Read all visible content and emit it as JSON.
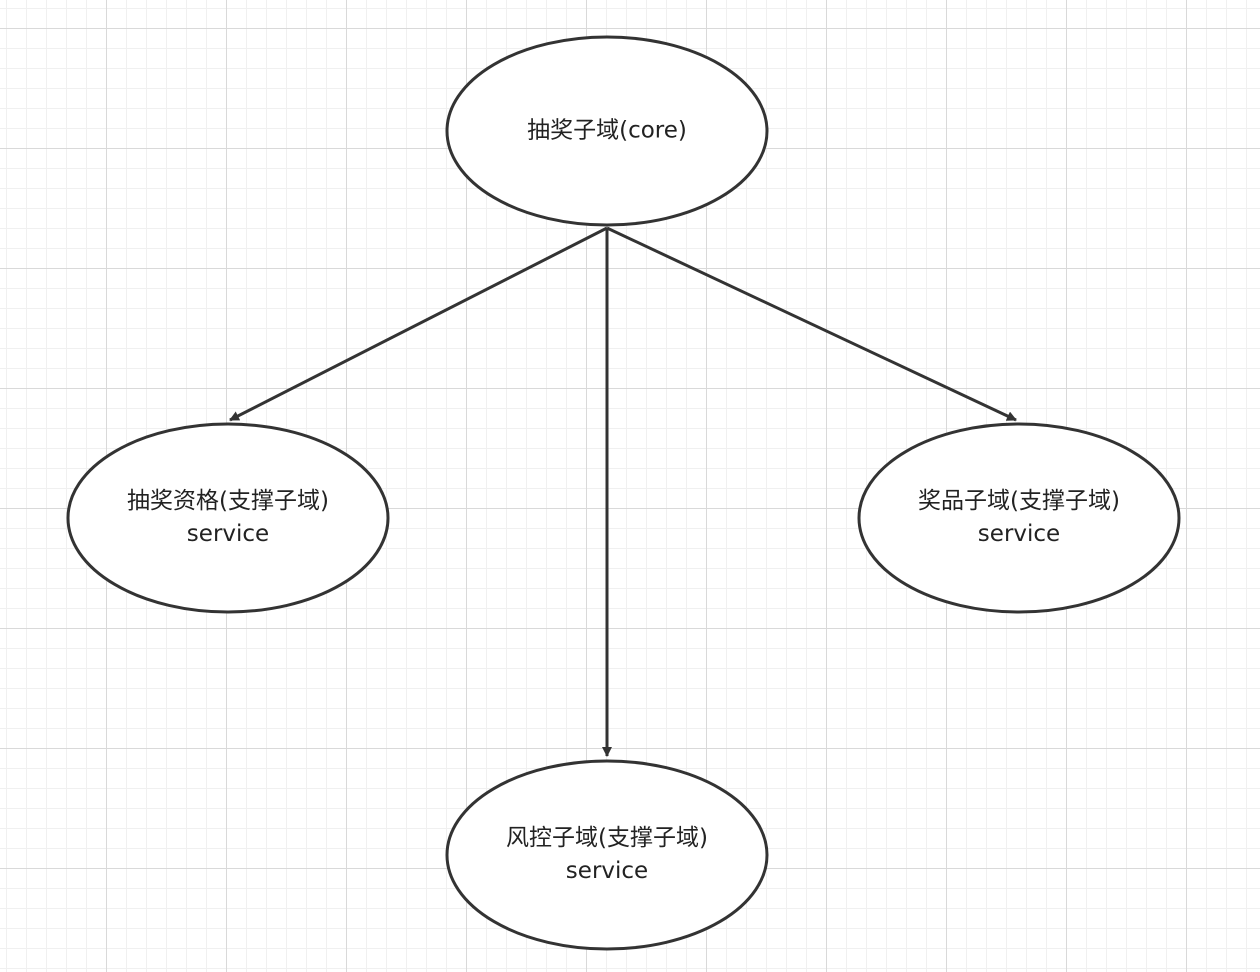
{
  "nodes": [
    {
      "id": "core",
      "lines": [
        "抽奖子域(core)"
      ]
    },
    {
      "id": "qualification",
      "lines": [
        "抽奖资格(支撑子域)",
        "service"
      ]
    },
    {
      "id": "prize",
      "lines": [
        "奖品子域(支撑子域)",
        "service"
      ]
    },
    {
      "id": "risk",
      "lines": [
        "风控子域(支撑子域)",
        "service"
      ]
    }
  ],
  "edges": [
    {
      "from": "core",
      "to": "qualification"
    },
    {
      "from": "core",
      "to": "risk"
    },
    {
      "from": "core",
      "to": "prize"
    }
  ],
  "colors": {
    "stroke": "#333333",
    "fill": "#ffffff",
    "text": "#222222"
  }
}
